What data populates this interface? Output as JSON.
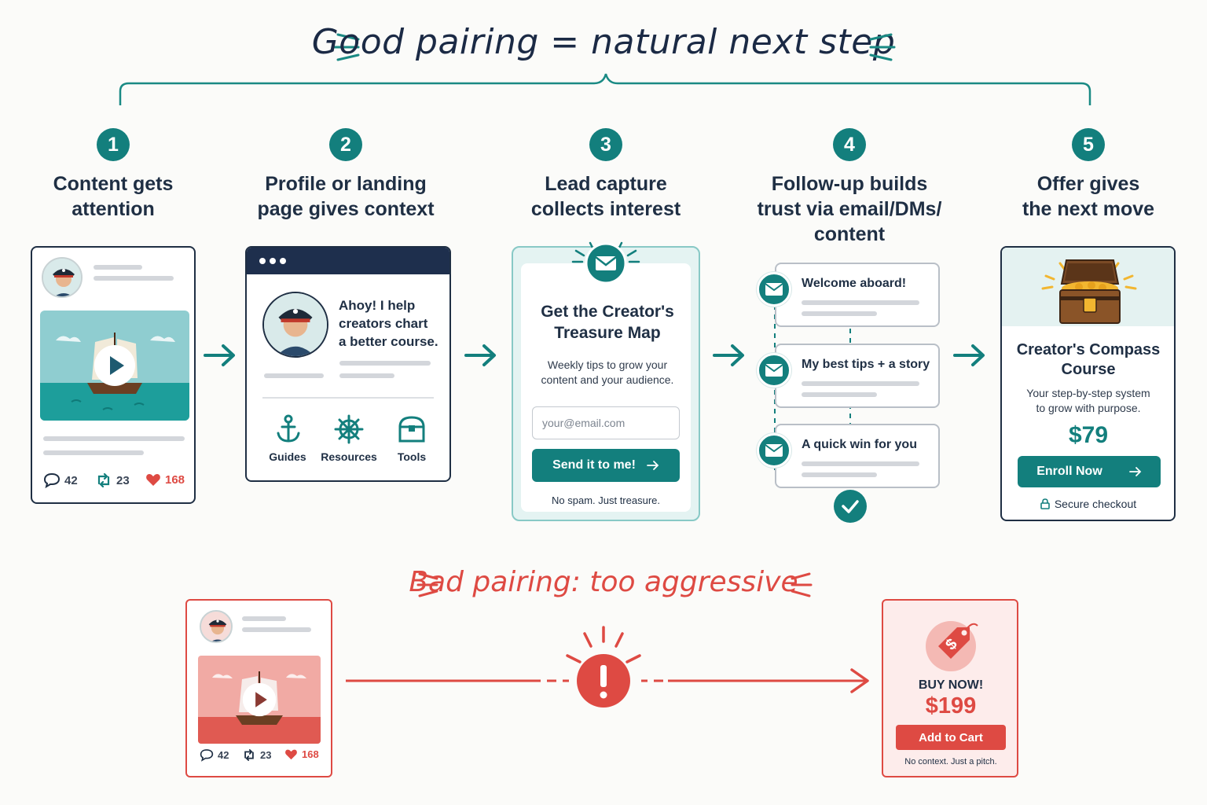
{
  "title_good": "Good pairing = natural next step",
  "steps": [
    {
      "num": "1",
      "label": "Content gets\nattention"
    },
    {
      "num": "2",
      "label": "Profile or landing\npage gives context"
    },
    {
      "num": "3",
      "label": "Lead capture\ncollects interest"
    },
    {
      "num": "4",
      "label": "Follow-up builds\ntrust via email/DMs/\ncontent"
    },
    {
      "num": "5",
      "label": "Offer gives\nthe next move"
    }
  ],
  "post": {
    "comments": "42",
    "reposts": "23",
    "likes": "168"
  },
  "profile": {
    "bio": "Ahoy! I help\ncreators chart\na better course.",
    "links": [
      "Guides",
      "Resources",
      "Tools"
    ]
  },
  "lead": {
    "title": "Get the Creator's\nTreasure Map",
    "subtitle": "Weekly tips to grow your\ncontent and your audience.",
    "email_placeholder": "your@email.com",
    "button": "Send it to me!",
    "note": "No spam. Just treasure."
  },
  "followup": [
    "Welcome aboard!",
    "My best tips + a story",
    "A quick win for you"
  ],
  "offer": {
    "title": "Creator's Compass\nCourse",
    "subtitle": "Your step-by-step system\nto grow with purpose.",
    "price": "$79",
    "button": "Enroll Now",
    "secure": "Secure checkout"
  },
  "title_bad": "Bad pairing: too aggressive",
  "bad_post": {
    "comments": "42",
    "reposts": "23",
    "likes": "168"
  },
  "bad_offer": {
    "buy": "BUY NOW!",
    "price": "$199",
    "button": "Add to Cart",
    "note": "No context. Just a pitch."
  },
  "colors": {
    "teal": "#137f7d",
    "navy": "#1e2f4d",
    "red": "#de4a43"
  }
}
